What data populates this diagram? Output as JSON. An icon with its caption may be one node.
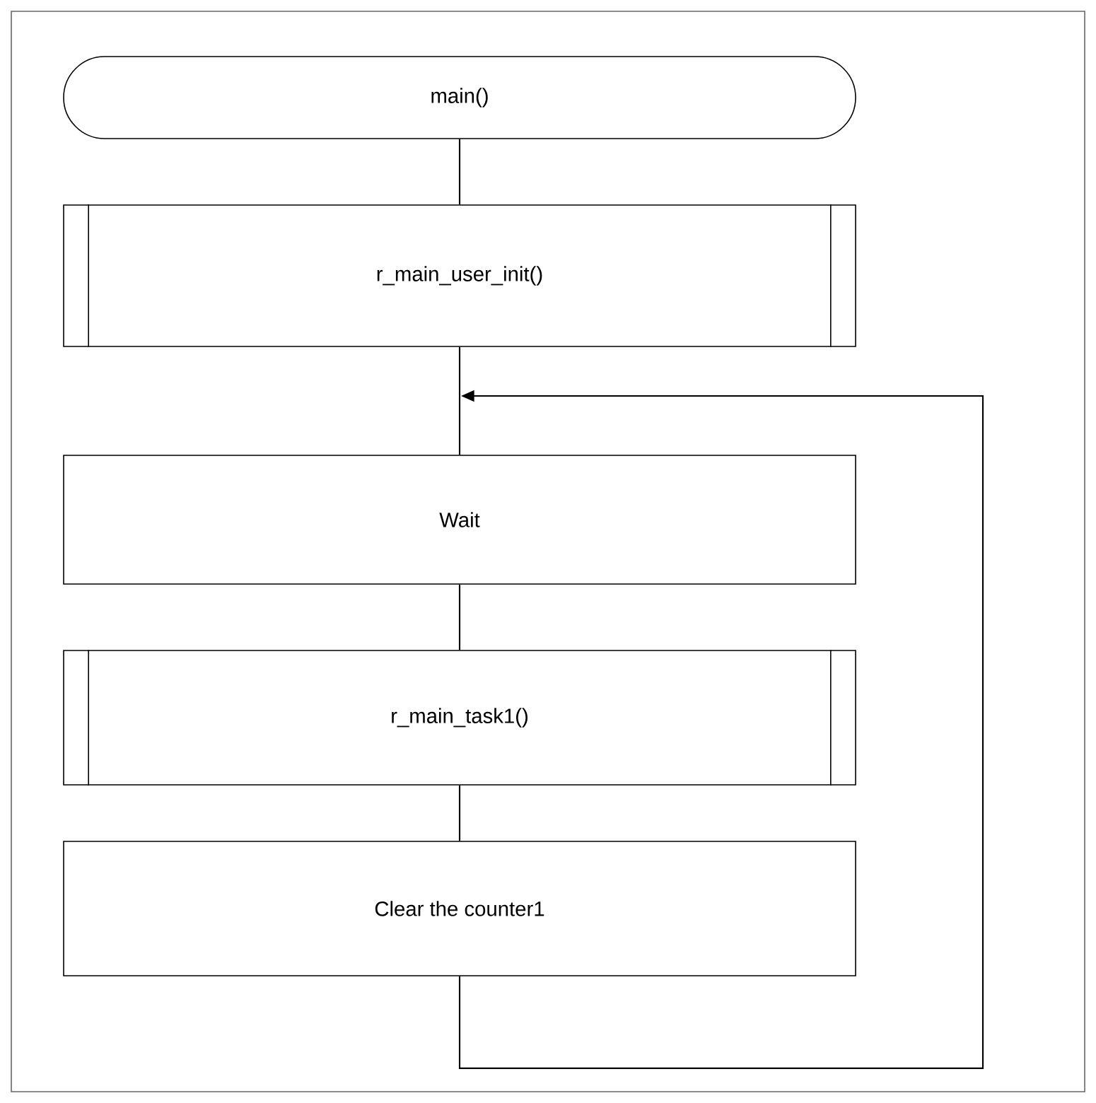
{
  "diagram": {
    "nodes": [
      {
        "text": [
          "main()"
        ]
      },
      {
        "text": [
          "r_main_user_init()"
        ]
      },
      {
        "text": [
          "Wait"
        ]
      },
      {
        "text": [
          "r_main_task1()"
        ]
      },
      {
        "text": [
          "Clear the counter1"
        ]
      }
    ],
    "edges": [
      {
        "from": 0,
        "to": 1,
        "arrow": "none"
      },
      {
        "from": 1,
        "to": 2,
        "arrow": "none"
      },
      {
        "from": 2,
        "to": 3,
        "arrow": "none"
      },
      {
        "from": 3,
        "to": 4,
        "arrow": "none"
      },
      {
        "from": 4,
        "to": null,
        "arrow": "to"
      }
    ]
  }
}
